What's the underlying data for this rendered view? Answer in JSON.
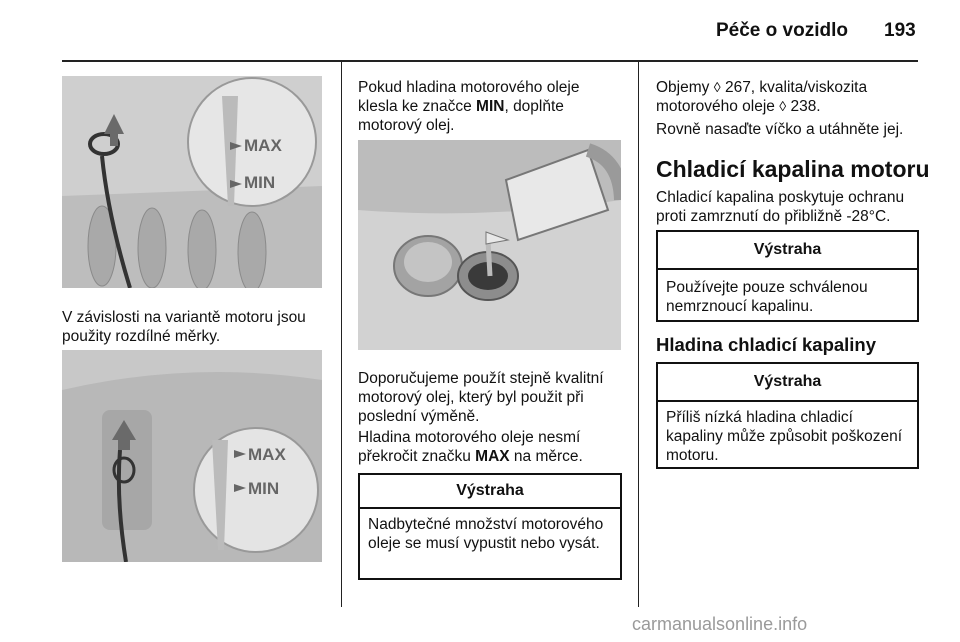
{
  "header": {
    "title": "Péče o vozidlo",
    "page": "193"
  },
  "col1": {
    "caption": "V závislosti na variantě motoru jsou použity rozdílné měrky.",
    "fig1": {
      "max": "MAX",
      "min": "MIN"
    },
    "fig2": {
      "max": "MAX",
      "min": "MIN"
    }
  },
  "col2": {
    "p1_a": "Pokud hladina motorového oleje klesla ke značce ",
    "p1_b": "MIN",
    "p1_c": ", doplňte motorový olej.",
    "p2": "Doporučujeme použít stejně kvalitní motorový olej, který byl použit při poslední výměně.",
    "p3_a": "Hladina motorového oleje nesmí překročit značku ",
    "p3_b": "MAX",
    "p3_c": " na měrce.",
    "warning": {
      "title": "Výstraha",
      "body": "Nadbytečné množství motorového oleje se musí vypustit nebo vysát."
    }
  },
  "col3": {
    "p1_a": "Objemy ",
    "p1_icon": "◊",
    "p1_b": " 267, kvalita/viskozita motorového oleje ",
    "p1_icon2": "◊",
    "p1_c": " 238.",
    "p2": "Rovně nasaďte víčko a utáhněte jej.",
    "heading": "Chladicí kapalina motoru",
    "p3": "Chladicí kapalina poskytuje ochranu proti zamrznutí do přibližně -28°C.",
    "warning1": {
      "title": "Výstraha",
      "body": "Používejte pouze schválenou nemrznoucí kapalinu."
    },
    "subheading": "Hladina chladicí kapaliny",
    "warning2": {
      "title": "Výstraha",
      "body": "Příliš nízká hladina chladicí kapaliny může způsobit poškození motoru."
    }
  },
  "footer": {
    "watermark": "carmanualsonline.info"
  }
}
